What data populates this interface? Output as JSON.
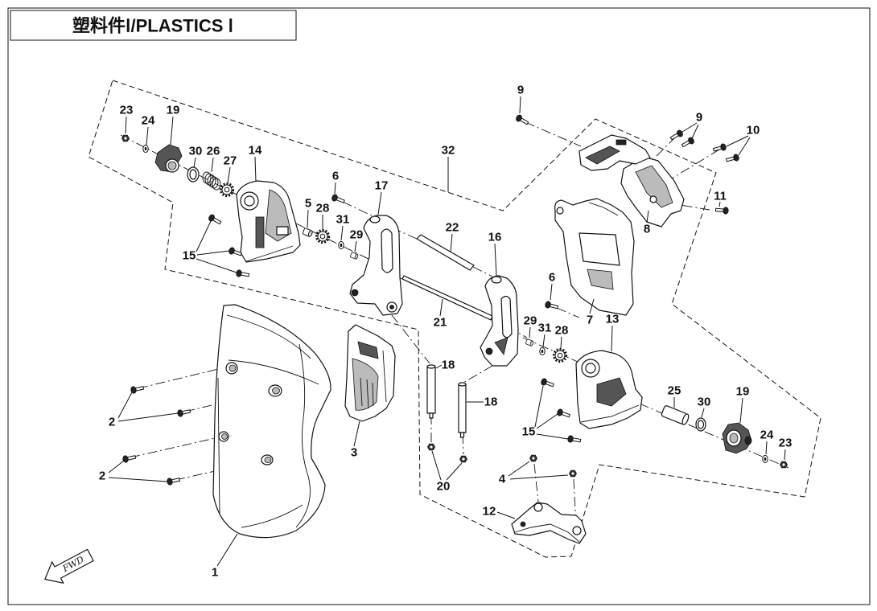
{
  "title": "塑料件Ⅰ/PLASTICS Ⅰ",
  "fwd_label": "FWD",
  "callouts": [
    "23",
    "24",
    "19",
    "30",
    "26",
    "27",
    "14",
    "15",
    "6",
    "5",
    "28",
    "31",
    "29",
    "17",
    "32",
    "22",
    "21",
    "16",
    "9",
    "9",
    "10",
    "11",
    "8",
    "6",
    "7",
    "13",
    "29",
    "31",
    "28",
    "18",
    "18",
    "25",
    "30",
    "19",
    "24",
    "23",
    "15",
    "2",
    "2",
    "3",
    "20",
    "4",
    "12",
    "1"
  ]
}
